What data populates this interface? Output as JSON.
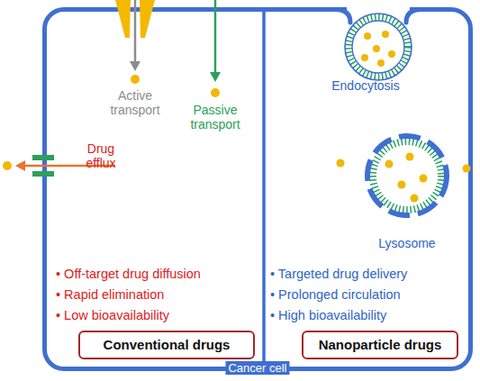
{
  "diagram": {
    "nodes": [
      {
        "text": [
          "Cancer cell"
        ]
      },
      {
        "text": [
          "Conventional drugs"
        ],
        "in": 0
      },
      {
        "text": [
          "Nanoparticle drugs"
        ],
        "in": 0
      }
    ],
    "labels": [
      "Active transport",
      "Passive transport",
      "Drug efflux",
      "Endocytosis",
      "Lysosome",
      "• Off-target drug diffusion",
      "• Rapid elimination",
      "• Low bioavailability",
      "• Targeted drug delivery",
      "• Prolonged circulation",
      "• High bioavailability"
    ]
  }
}
